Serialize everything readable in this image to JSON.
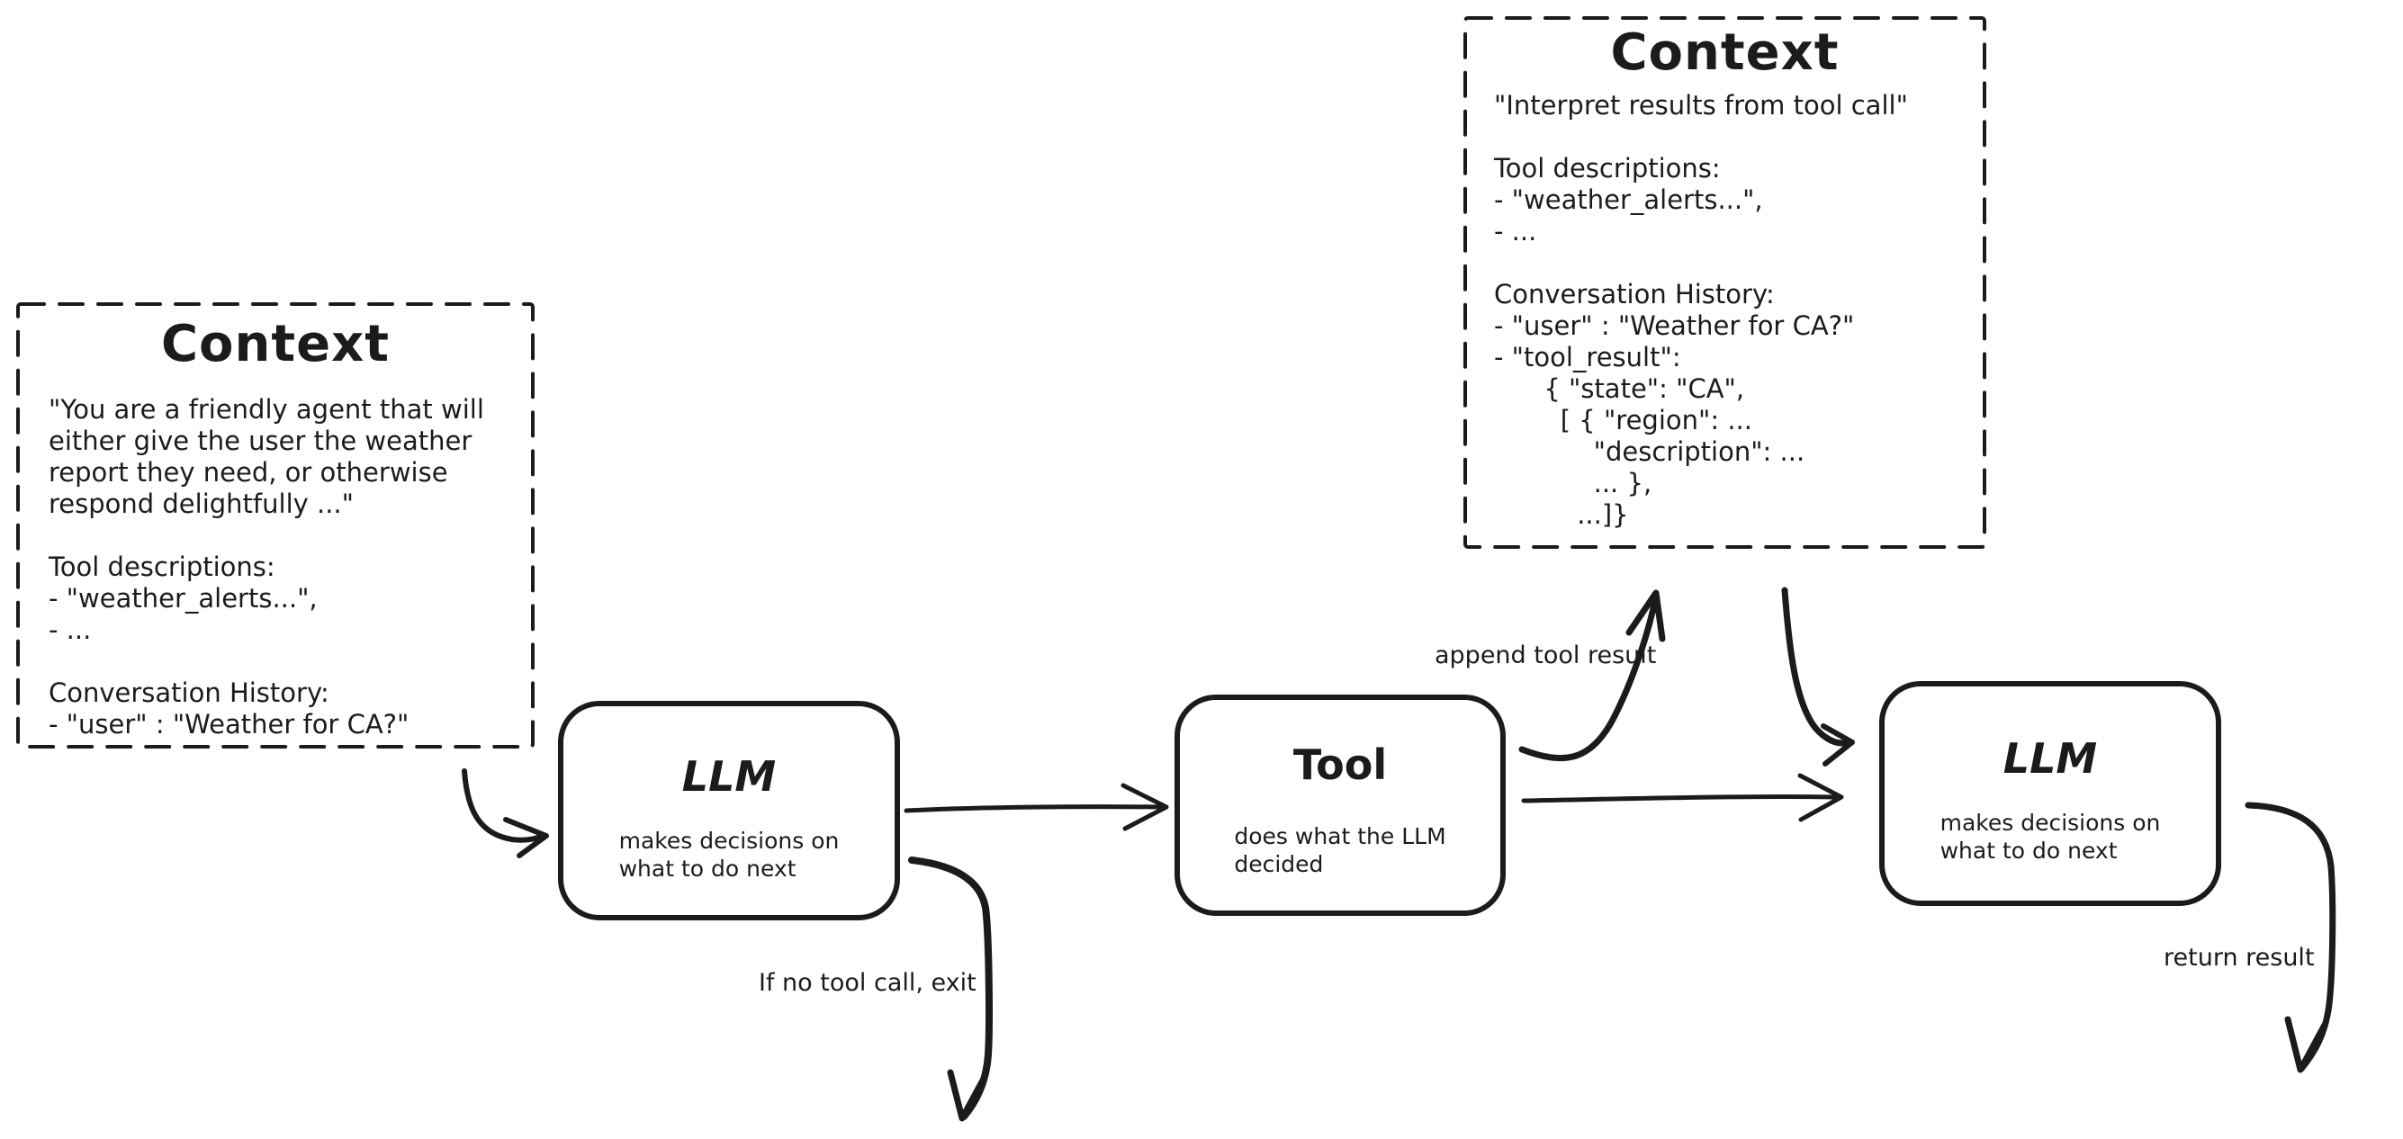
{
  "colors": {
    "ink": "#1b1b1b",
    "bg": "#ffffff"
  },
  "context_left": {
    "title": "Context",
    "lines": [
      "\"You are a friendly agent that will",
      "either give the user the weather",
      "report they need, or otherwise",
      "respond delightfully ...\"",
      "",
      "Tool descriptions:",
      "- \"weather_alerts...\",",
      "- ...",
      "",
      "Conversation History:",
      "- \"user\" : \"Weather for CA?\""
    ]
  },
  "context_right": {
    "title": "Context",
    "lines": [
      "\"Interpret results from tool call\"",
      "",
      "Tool descriptions:",
      "- \"weather_alerts...\",",
      "- ...",
      "",
      "Conversation History:",
      "- \"user\" : \"Weather for CA?\"",
      "- \"tool_result\":",
      "      { \"state\": \"CA\",",
      "        [ { \"region\": ...",
      "            \"description\": ...",
      "            ... },",
      "          ...]}"
    ]
  },
  "nodes": {
    "llm1": {
      "title": "LLM",
      "desc": [
        "makes decisions on",
        "what to do next"
      ]
    },
    "tool": {
      "title": "Tool",
      "desc": [
        "does what the LLM",
        "decided"
      ]
    },
    "llm2": {
      "title": "LLM",
      "desc": [
        "makes decisions on",
        "what to do next"
      ]
    }
  },
  "edge_labels": {
    "append_tool_result": "append tool result",
    "if_no_tool_call_exit": "If no tool call, exit",
    "return_result": "return result"
  }
}
